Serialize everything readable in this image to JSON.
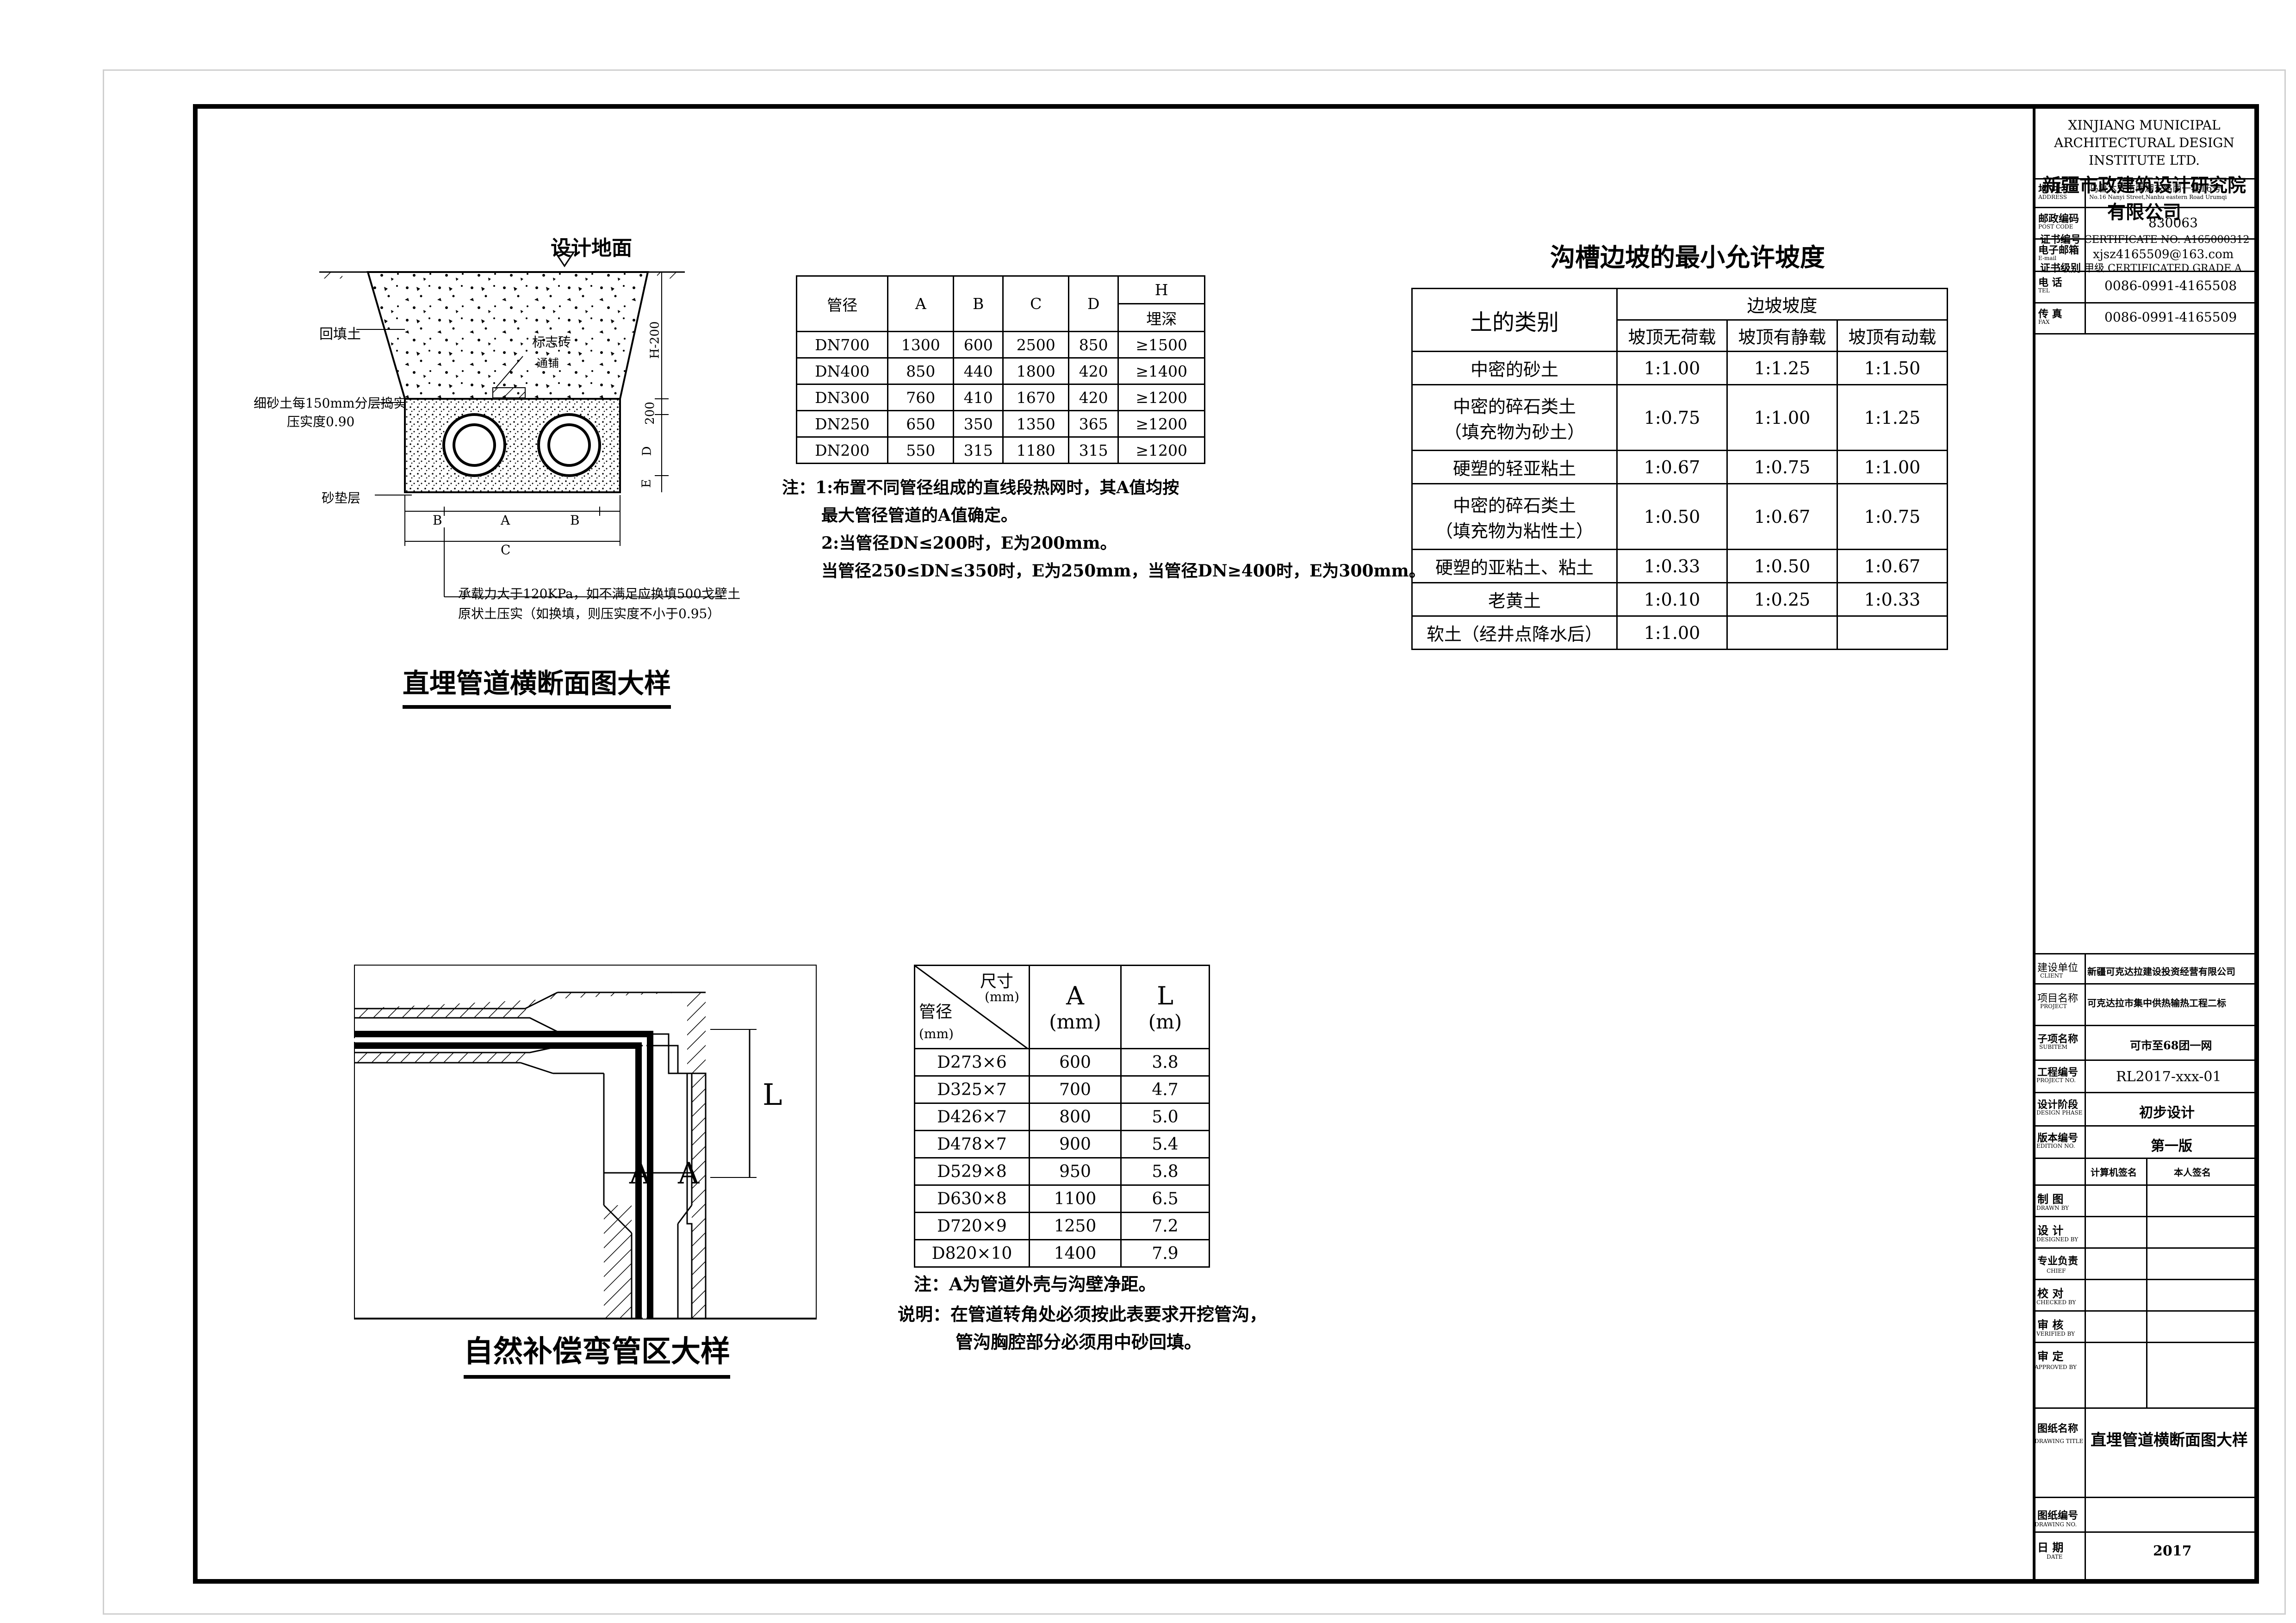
{
  "section1": {
    "title": "直埋管道横断面图大样",
    "ground_label": "设计地面",
    "backfill_label": "回填土",
    "sand_label": "细砂土每150mm分层捣实",
    "compaction_label": "压实度0.90",
    "marker_label": "标志砖",
    "marker_sub": "通铺",
    "cushion_label": "砂垫层",
    "dim_h": "H-200",
    "dim_200": "200",
    "dim_d": "D",
    "dim_e": "E",
    "dim_b1": "B",
    "dim_a": "A",
    "dim_b2": "B",
    "dim_c": "C",
    "bearing_line1": "承载力大于120KPa，如不满足应换填500戈壁土",
    "bearing_line2": "原状土压实（如换填，则压实度不小于0.95）"
  },
  "pipe_table": {
    "headers": {
      "dn": "管径",
      "a": "A",
      "b": "B",
      "c": "C",
      "d": "D",
      "h": "H",
      "h_sub": "埋深"
    },
    "rows": [
      {
        "dn": "DN700",
        "a": "1300",
        "b": "600",
        "c": "2500",
        "d": "850",
        "h": "≥1500"
      },
      {
        "dn": "DN400",
        "a": "850",
        "b": "440",
        "c": "1800",
        "d": "420",
        "h": "≥1400"
      },
      {
        "dn": "DN300",
        "a": "760",
        "b": "410",
        "c": "1670",
        "d": "420",
        "h": "≥1200"
      },
      {
        "dn": "DN250",
        "a": "650",
        "b": "350",
        "c": "1350",
        "d": "365",
        "h": "≥1200"
      },
      {
        "dn": "DN200",
        "a": "550",
        "b": "315",
        "c": "1180",
        "d": "315",
        "h": "≥1200"
      }
    ],
    "notes": [
      "注：1:布置不同管径组成的直线段热网时，其A值均按",
      "最大管径管道的A值确定。",
      "2:当管径DN≤200时，E为200mm。",
      "当管径250≤DN≤350时，E为250mm，当管径DN≥400时，E为300mm。"
    ]
  },
  "slope_table": {
    "title": "沟槽边坡的最小允许坡度",
    "header_soil": "土的类别",
    "header_slope": "边坡坡度",
    "sub_headers": [
      "坡顶无荷载",
      "坡顶有静载",
      "坡顶有动载"
    ],
    "rows": [
      {
        "soil": [
          "中密的砂土"
        ],
        "v": [
          "1:1.00",
          "1:1.25",
          "1:1.50"
        ]
      },
      {
        "soil": [
          "中密的碎石类土",
          "（填充物为砂土）"
        ],
        "v": [
          "1:0.75",
          "1:1.00",
          "1:1.25"
        ]
      },
      {
        "soil": [
          "硬塑的轻亚粘土"
        ],
        "v": [
          "1:0.67",
          "1:0.75",
          "1:1.00"
        ]
      },
      {
        "soil": [
          "中密的碎石类土",
          "（填充物为粘性土）"
        ],
        "v": [
          "1:0.50",
          "1:0.67",
          "1:0.75"
        ]
      },
      {
        "soil": [
          "硬塑的亚粘土、粘土"
        ],
        "v": [
          "1:0.33",
          "1:0.50",
          "1:0.67"
        ]
      },
      {
        "soil": [
          "老黄土"
        ],
        "v": [
          "1:0.10",
          "1:0.25",
          "1:0.33"
        ]
      },
      {
        "soil": [
          "软土（经井点降水后）"
        ],
        "v": [
          "1:1.00",
          "",
          ""
        ]
      }
    ]
  },
  "section2": {
    "title": "自然补偿弯管区大样",
    "label_l": "L",
    "label_a1": "A",
    "label_a2": "A"
  },
  "elbow_table": {
    "header_size": "尺寸",
    "header_size_unit": "(mm)",
    "header_dn": "管径",
    "header_dn_unit": "(mm)",
    "header_a": "A",
    "header_a_unit": "(mm)",
    "header_l": "L",
    "header_l_unit": "(m)",
    "rows": [
      {
        "dn": "D273×6",
        "a": "600",
        "l": "3.8"
      },
      {
        "dn": "D325×7",
        "a": "700",
        "l": "4.7"
      },
      {
        "dn": "D426×7",
        "a": "800",
        "l": "5.0"
      },
      {
        "dn": "D478×7",
        "a": "900",
        "l": "5.4"
      },
      {
        "dn": "D529×8",
        "a": "950",
        "l": "5.8"
      },
      {
        "dn": "D630×8",
        "a": "1100",
        "l": "6.5"
      },
      {
        "dn": "D720×9",
        "a": "1250",
        "l": "7.2"
      },
      {
        "dn": "D820×10",
        "a": "1400",
        "l": "7.9"
      }
    ],
    "note1": "注：A为管道外壳与沟壁净距。",
    "note2_line1": "说明：在管道转角处必须按此表要求开挖管沟，",
    "note2_line2": "管沟胸腔部分必须用中砂回填。"
  },
  "title_block": {
    "org_en_1": "XINJIANG MUNICIPAL",
    "org_en_2": "ARCHITECTURAL DESIGN",
    "org_en_3": "INSTITUTE LTD.",
    "org_cn_1": "新疆市政建筑设计研究院",
    "org_cn_2": "有限公司",
    "cert_no_label": "证书编号",
    "cert_no_value": "CERTIFICATE NO. A165000312",
    "cert_grade_label": "证书级别",
    "cert_grade_value": "甲级 CERTIFICATED GRADE A",
    "addr_label": "地 址",
    "addr_label_en": "ADDRESS",
    "addr_value": "乌鲁木齐市南湖东路南一巷16号",
    "addr_value_en": "No.16 Nanyi Street,Nanhu eastern Road Urumqi",
    "post_label": "邮政编码",
    "post_label_en": "POST CODE",
    "post_value": "830063",
    "email_label": "电子邮箱",
    "email_label_en": "E-mail",
    "email_value": "xjsz4165509@163.com",
    "tel_label": "电 话",
    "tel_label_en": "TEL",
    "tel_value": "0086-0991-4165508",
    "fax_label": "传 真",
    "fax_label_en": "FAX",
    "fax_value": "0086-0991-4165509",
    "client_label": "建设单位",
    "client_label_en": "CLIENT",
    "client_value": "新疆可克达拉建设投资经营有限公司",
    "project_label": "项目名称",
    "project_label_en": "PROJECT",
    "project_value": "可克达拉市集中供热输热工程二标",
    "subitem_label": "子项名称",
    "subitem_label_en": "SUBITEM",
    "subitem_value": "可市至68团一网",
    "projno_label": "工程编号",
    "projno_label_en": "PROJECT NO.",
    "projno_value": "RL2017-xxx-01",
    "phase_label": "设计阶段",
    "phase_label_en": "DESIGN PHASE",
    "phase_value": "初步设计",
    "edition_label": "版本编号",
    "edition_label_en": "EDITION NO.",
    "edition_value": "第一版",
    "sig_col1": "计算机签名",
    "sig_col2": "本人签名",
    "drawn_label": "制 图",
    "drawn_label_en": "DRAWN BY",
    "design_label": "设 计",
    "design_label_en": "DESIGNED BY",
    "chief_label": "专业负责",
    "chief_label_en": "CHIEF",
    "check_label": "校 对",
    "check_label_en": "CHECKED BY",
    "verify_label": "审 核",
    "verify_label_en": "VERIFIED BY",
    "approve_label": "审 定",
    "approve_label_en": "APPROVED BY",
    "title_label": "图纸名称",
    "title_label_en": "DRAWING TITLE",
    "title_value": "直埋管道横断面图大样",
    "dwgno_label": "图纸编号",
    "dwgno_label_en": "DRAWING NO.",
    "date_label": "日 期",
    "date_label_en": "DATE",
    "date_value": "2017"
  }
}
